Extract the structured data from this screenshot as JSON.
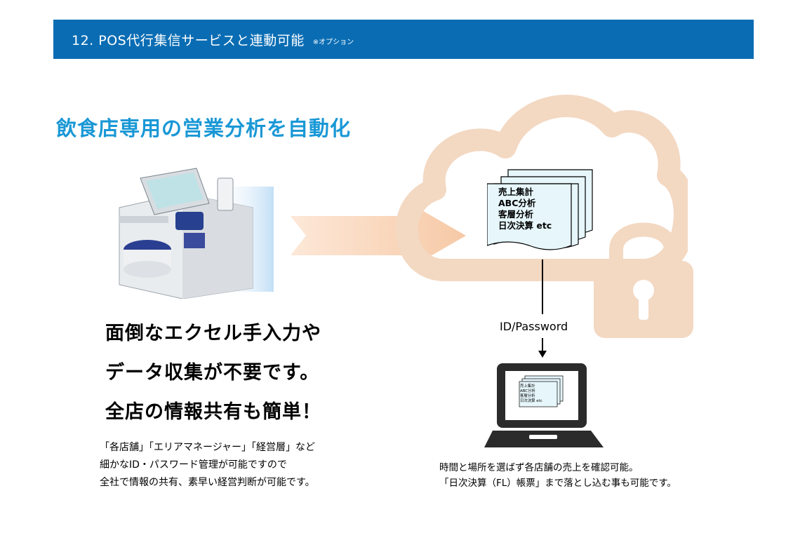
{
  "header": {
    "title": "12. POS代行集信サービスと連動可能",
    "option_note": "※オプション"
  },
  "headline": "飲食店専用の営業分析を自動化",
  "cloud_docs": {
    "items": [
      "売上集計",
      "ABC分析",
      "客層分析",
      "日次決算 etc"
    ]
  },
  "auth_label": "ID/Password",
  "laptop_docs": {
    "items": [
      "売上集計",
      "ABC分析",
      "客層分析",
      "日次決算 etc"
    ]
  },
  "main_message": {
    "lines": [
      "面倒なエクセル手入力や",
      "データ収集が不要です。",
      "全店の情報共有も簡単！"
    ]
  },
  "left_note": {
    "lines": [
      "「各店舗」「エリアマネージャー」「経営層」など",
      "細かなID・パスワード管理が可能ですので",
      "全社で情報の共有、素早い経営判断が可能です。"
    ]
  },
  "right_note": {
    "lines": [
      "時間と場所を選ばず各店舗の売上を確認可能。",
      "「日次決算（FL）帳票」まで落とし込む事も可能です。"
    ]
  },
  "colors": {
    "header_bg": "#0a6db4",
    "headline": "#1a98d6",
    "cloud": "#f3d8c2",
    "arrow": "#f9d6bb",
    "doc_bg": "#e6f6fb"
  },
  "icons": [
    "pos-terminal-image",
    "right-arrow-icon",
    "cloud-icon",
    "lock-icon",
    "document-stack-icon",
    "down-arrow-icon",
    "laptop-icon"
  ]
}
